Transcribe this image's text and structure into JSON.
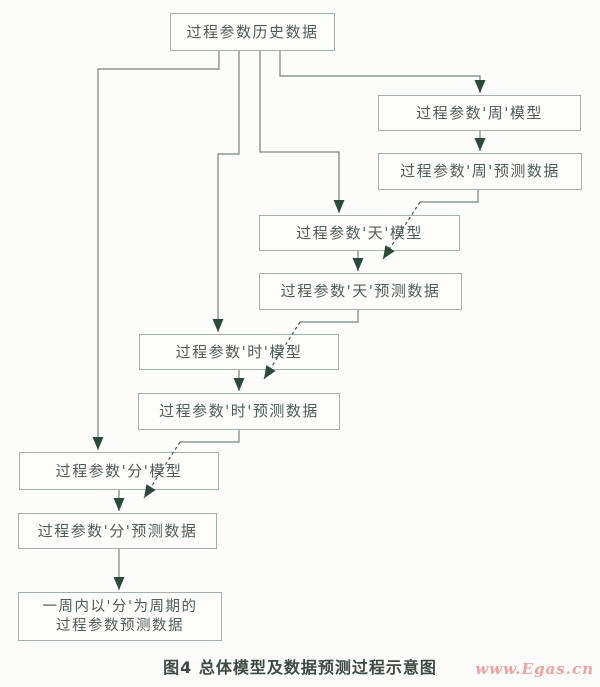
{
  "figure": {
    "caption": "图4  总体模型及数据预测过程示意图",
    "watermark": "www.Egas.cn"
  },
  "nodes": {
    "history": {
      "label": "过程参数历史数据"
    },
    "week_model": {
      "label": "过程参数'周'模型"
    },
    "week_data": {
      "label": "过程参数'周'预测数据"
    },
    "day_model": {
      "label": "过程参数'天'模型"
    },
    "day_data": {
      "label": "过程参数'天'预测数据"
    },
    "hour_model": {
      "label": "过程参数'时'模型"
    },
    "hour_data": {
      "label": "过程参数'时'预测数据"
    },
    "min_model": {
      "label": "过程参数'分'模型"
    },
    "min_data": {
      "label": "过程参数'分'预测数据"
    },
    "final": {
      "line1": "一周内以'分'为周期的",
      "line2": "过程参数预测数据"
    }
  },
  "colors": {
    "box_border": "#a3b1a6",
    "node_text": "#4e5e53",
    "solid_line": "#75857a",
    "dashed_line": "#3f5a49",
    "arrowhead": "#2b4a38",
    "caption_text": "#3d4a42",
    "watermark_text": "#f1a0a0",
    "background": "#fcfcfa"
  }
}
